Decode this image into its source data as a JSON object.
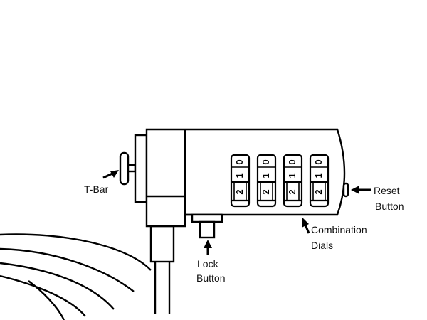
{
  "labels": {
    "tbar": "T-Bar",
    "reset_line1": "Reset",
    "reset_line2": "Button",
    "dials_line1": "Combination",
    "dials_line2": "Dials",
    "lock_line1": "Lock",
    "lock_line2": "Button"
  },
  "dials": [
    {
      "top": "0",
      "middle": "1",
      "bottom": "2"
    },
    {
      "top": "0",
      "middle": "1",
      "bottom": "2"
    },
    {
      "top": "0",
      "middle": "1",
      "bottom": "2"
    },
    {
      "top": "0",
      "middle": "1",
      "bottom": "2"
    }
  ],
  "colors": {
    "line": "#000000",
    "background": "#ffffff"
  }
}
